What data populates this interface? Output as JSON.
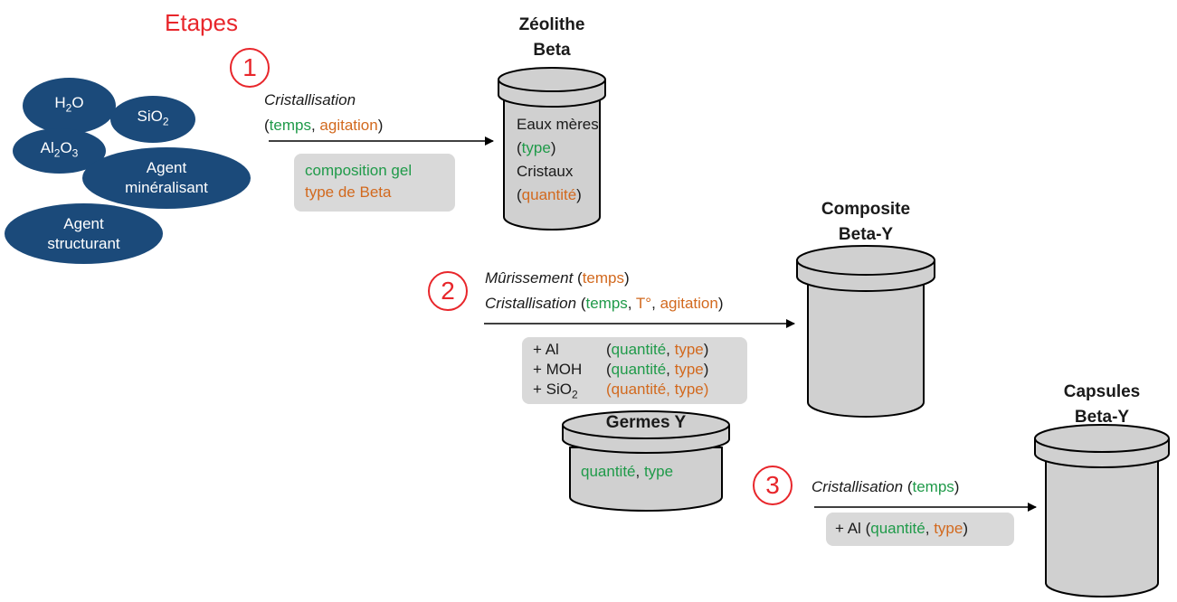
{
  "title": "Etapes",
  "steps": [
    "1",
    "2",
    "3"
  ],
  "reagents": {
    "h2o": {
      "main": "H",
      "sub": "2",
      "tail": "O"
    },
    "sio2": {
      "main": "SiO",
      "sub": "2"
    },
    "al2o3": {
      "main": "Al",
      "sub": "2",
      "mid": "O",
      "sub2": "3"
    },
    "mineral": [
      "Agent",
      "minéralisant"
    ],
    "struct": [
      "Agent",
      "structurant"
    ]
  },
  "step1": {
    "process": "Cristallisation",
    "params": {
      "open": "(",
      "a": "temps",
      "sep": ", ",
      "b": "agitation",
      "close": ")"
    },
    "box": {
      "line1": "composition gel",
      "line2": "type de Beta"
    }
  },
  "beta_jar": {
    "title": [
      "Zéolithe",
      "Beta"
    ],
    "line1": "Eaux mères",
    "line2": {
      "open": "(",
      "v": "type",
      "close": ")"
    },
    "line3": "Cristaux",
    "line4": {
      "open": "(",
      "v": "quantité",
      "close": ")"
    }
  },
  "step2": {
    "line1": {
      "process": "Mûrissement",
      "open": " (",
      "a": "temps",
      "close": ")"
    },
    "line2": {
      "process": "Cristallisation",
      "open": " (",
      "a": "temps",
      "sep1": ", ",
      "b": "T°",
      "sep2": ", ",
      "c": "agitation",
      "close": ")"
    },
    "box": {
      "r1": {
        "label": "+ Al",
        "open": "(",
        "a": "quantité",
        "sep": ", ",
        "b": "type",
        "close": ")"
      },
      "r2": {
        "label": "+ MOH",
        "open": "(",
        "a": "quantité",
        "sep": ", ",
        "b": "type",
        "close": ")"
      },
      "r3": {
        "label": "+ SiO",
        "sub": "2",
        "open": "(",
        "a": "quantité",
        "sep": ", ",
        "b": "type",
        "close": ")"
      }
    }
  },
  "seeds_jar": {
    "title": "Germes Y",
    "a": "quantité",
    "sep": ", ",
    "b": "type"
  },
  "composite_jar": {
    "title": [
      "Composite",
      "Beta-Y"
    ]
  },
  "step3": {
    "process": "Cristallisation",
    "params": {
      "open": " (",
      "a": "temps",
      "close": ")"
    },
    "box": {
      "label": "+ Al ",
      "open": "(",
      "a": "quantité",
      "sep": ", ",
      "b": "type",
      "close": ")"
    }
  },
  "capsules_jar": {
    "title": [
      "Capsules",
      "Beta-Y"
    ]
  },
  "colors": {
    "navy": "#1b4a7a",
    "red": "#e8262b",
    "green": "#1f9a49",
    "orange": "#d2691e",
    "gray": "#d9d9d9",
    "jar": "#d0d0d0"
  }
}
